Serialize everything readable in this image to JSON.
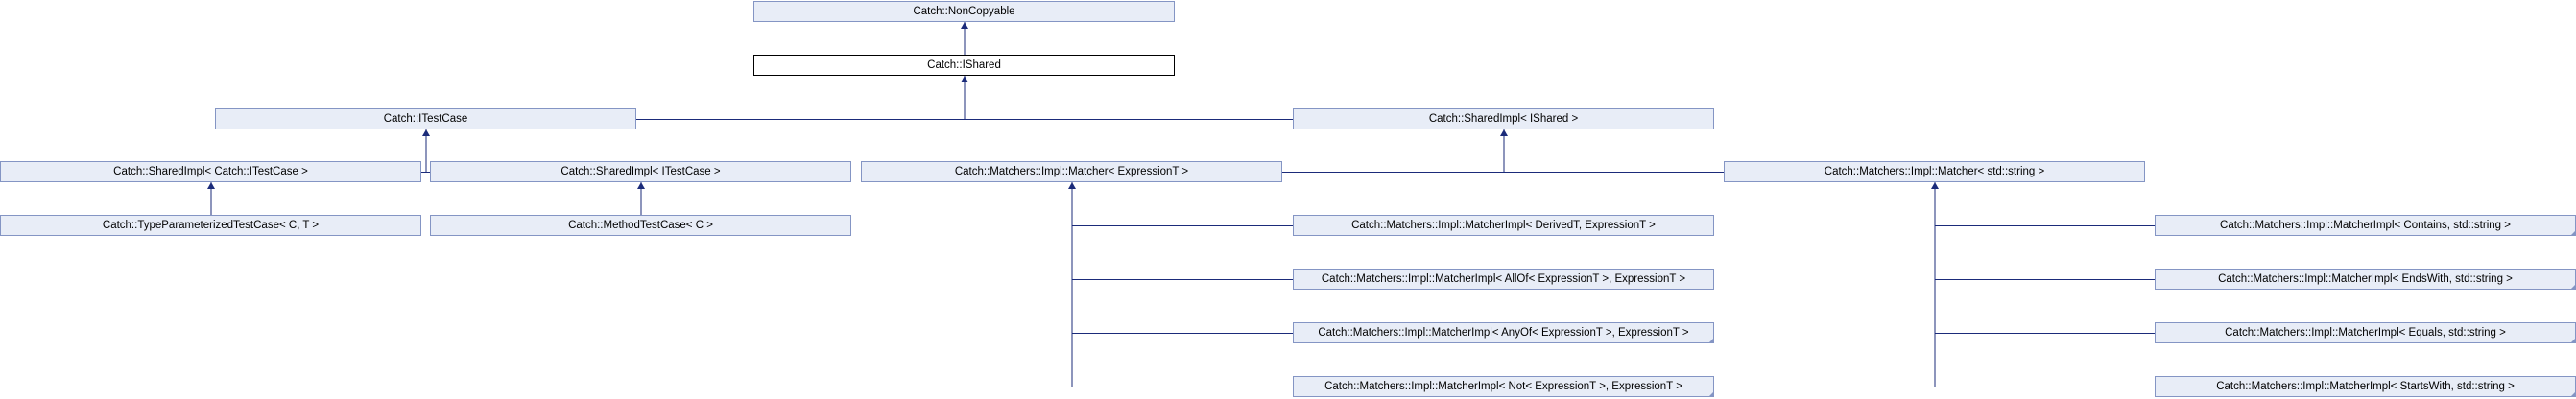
{
  "diagram": {
    "nodes": [
      {
        "id": "noncopyable",
        "label": "Catch::NonCopyable"
      },
      {
        "id": "ishared",
        "label": "Catch::IShared"
      },
      {
        "id": "itestcase",
        "label": "Catch::ITestCase"
      },
      {
        "id": "sharedimpl-ishared",
        "label": "Catch::SharedImpl< IShared >"
      },
      {
        "id": "sharedimpl-catch-itestcase",
        "label": "Catch::SharedImpl< Catch::ITestCase >"
      },
      {
        "id": "sharedimpl-itestcase",
        "label": "Catch::SharedImpl< ITestCase >"
      },
      {
        "id": "matcher-expressiont",
        "label": "Catch::Matchers::Impl::Matcher< ExpressionT >"
      },
      {
        "id": "matcher-string",
        "label": "Catch::Matchers::Impl::Matcher< std::string >"
      },
      {
        "id": "typeparameterized",
        "label": "Catch::TypeParameterizedTestCase< C, T >"
      },
      {
        "id": "methodtestcase",
        "label": "Catch::MethodTestCase< C >"
      },
      {
        "id": "matcherimpl-derived",
        "label": "Catch::Matchers::Impl::MatcherImpl< DerivedT, ExpressionT >"
      },
      {
        "id": "matcherimpl-allof",
        "label": "Catch::Matchers::Impl::MatcherImpl< AllOf< ExpressionT >, ExpressionT >"
      },
      {
        "id": "matcherimpl-anyof",
        "label": "Catch::Matchers::Impl::MatcherImpl< AnyOf< ExpressionT >, ExpressionT >"
      },
      {
        "id": "matcherimpl-not",
        "label": "Catch::Matchers::Impl::MatcherImpl< Not< ExpressionT >, ExpressionT >"
      },
      {
        "id": "matcherimpl-contains",
        "label": "Catch::Matchers::Impl::MatcherImpl< Contains, std::string >"
      },
      {
        "id": "matcherimpl-endswith",
        "label": "Catch::Matchers::Impl::MatcherImpl< EndsWith, std::string >"
      },
      {
        "id": "matcherimpl-equals",
        "label": "Catch::Matchers::Impl::MatcherImpl< Equals, std::string >"
      },
      {
        "id": "matcherimpl-startswith",
        "label": "Catch::Matchers::Impl::MatcherImpl< StartsWith, std::string >"
      }
    ],
    "edges": [
      {
        "from": "ishared",
        "to": "noncopyable"
      },
      {
        "from": "itestcase",
        "to": "ishared"
      },
      {
        "from": "sharedimpl-ishared",
        "to": "ishared"
      },
      {
        "from": "sharedimpl-catch-itestcase",
        "to": "itestcase"
      },
      {
        "from": "sharedimpl-itestcase",
        "to": "itestcase"
      },
      {
        "from": "matcher-expressiont",
        "to": "sharedimpl-ishared"
      },
      {
        "from": "matcher-string",
        "to": "sharedimpl-ishared"
      },
      {
        "from": "typeparameterized",
        "to": "sharedimpl-catch-itestcase"
      },
      {
        "from": "methodtestcase",
        "to": "sharedimpl-itestcase"
      },
      {
        "from": "matcherimpl-derived",
        "to": "matcher-expressiont"
      },
      {
        "from": "matcherimpl-allof",
        "to": "matcher-expressiont"
      },
      {
        "from": "matcherimpl-anyof",
        "to": "matcher-expressiont"
      },
      {
        "from": "matcherimpl-not",
        "to": "matcher-expressiont"
      },
      {
        "from": "matcherimpl-contains",
        "to": "matcher-string"
      },
      {
        "from": "matcherimpl-endswith",
        "to": "matcher-string"
      },
      {
        "from": "matcherimpl-equals",
        "to": "matcher-string"
      },
      {
        "from": "matcherimpl-startswith",
        "to": "matcher-string"
      }
    ],
    "colors": {
      "node_fill": "#e8edf7",
      "node_border": "#8495c4",
      "edge": "#1b2b7a",
      "current_fill": "#ffffff",
      "current_border": "#000000"
    }
  }
}
